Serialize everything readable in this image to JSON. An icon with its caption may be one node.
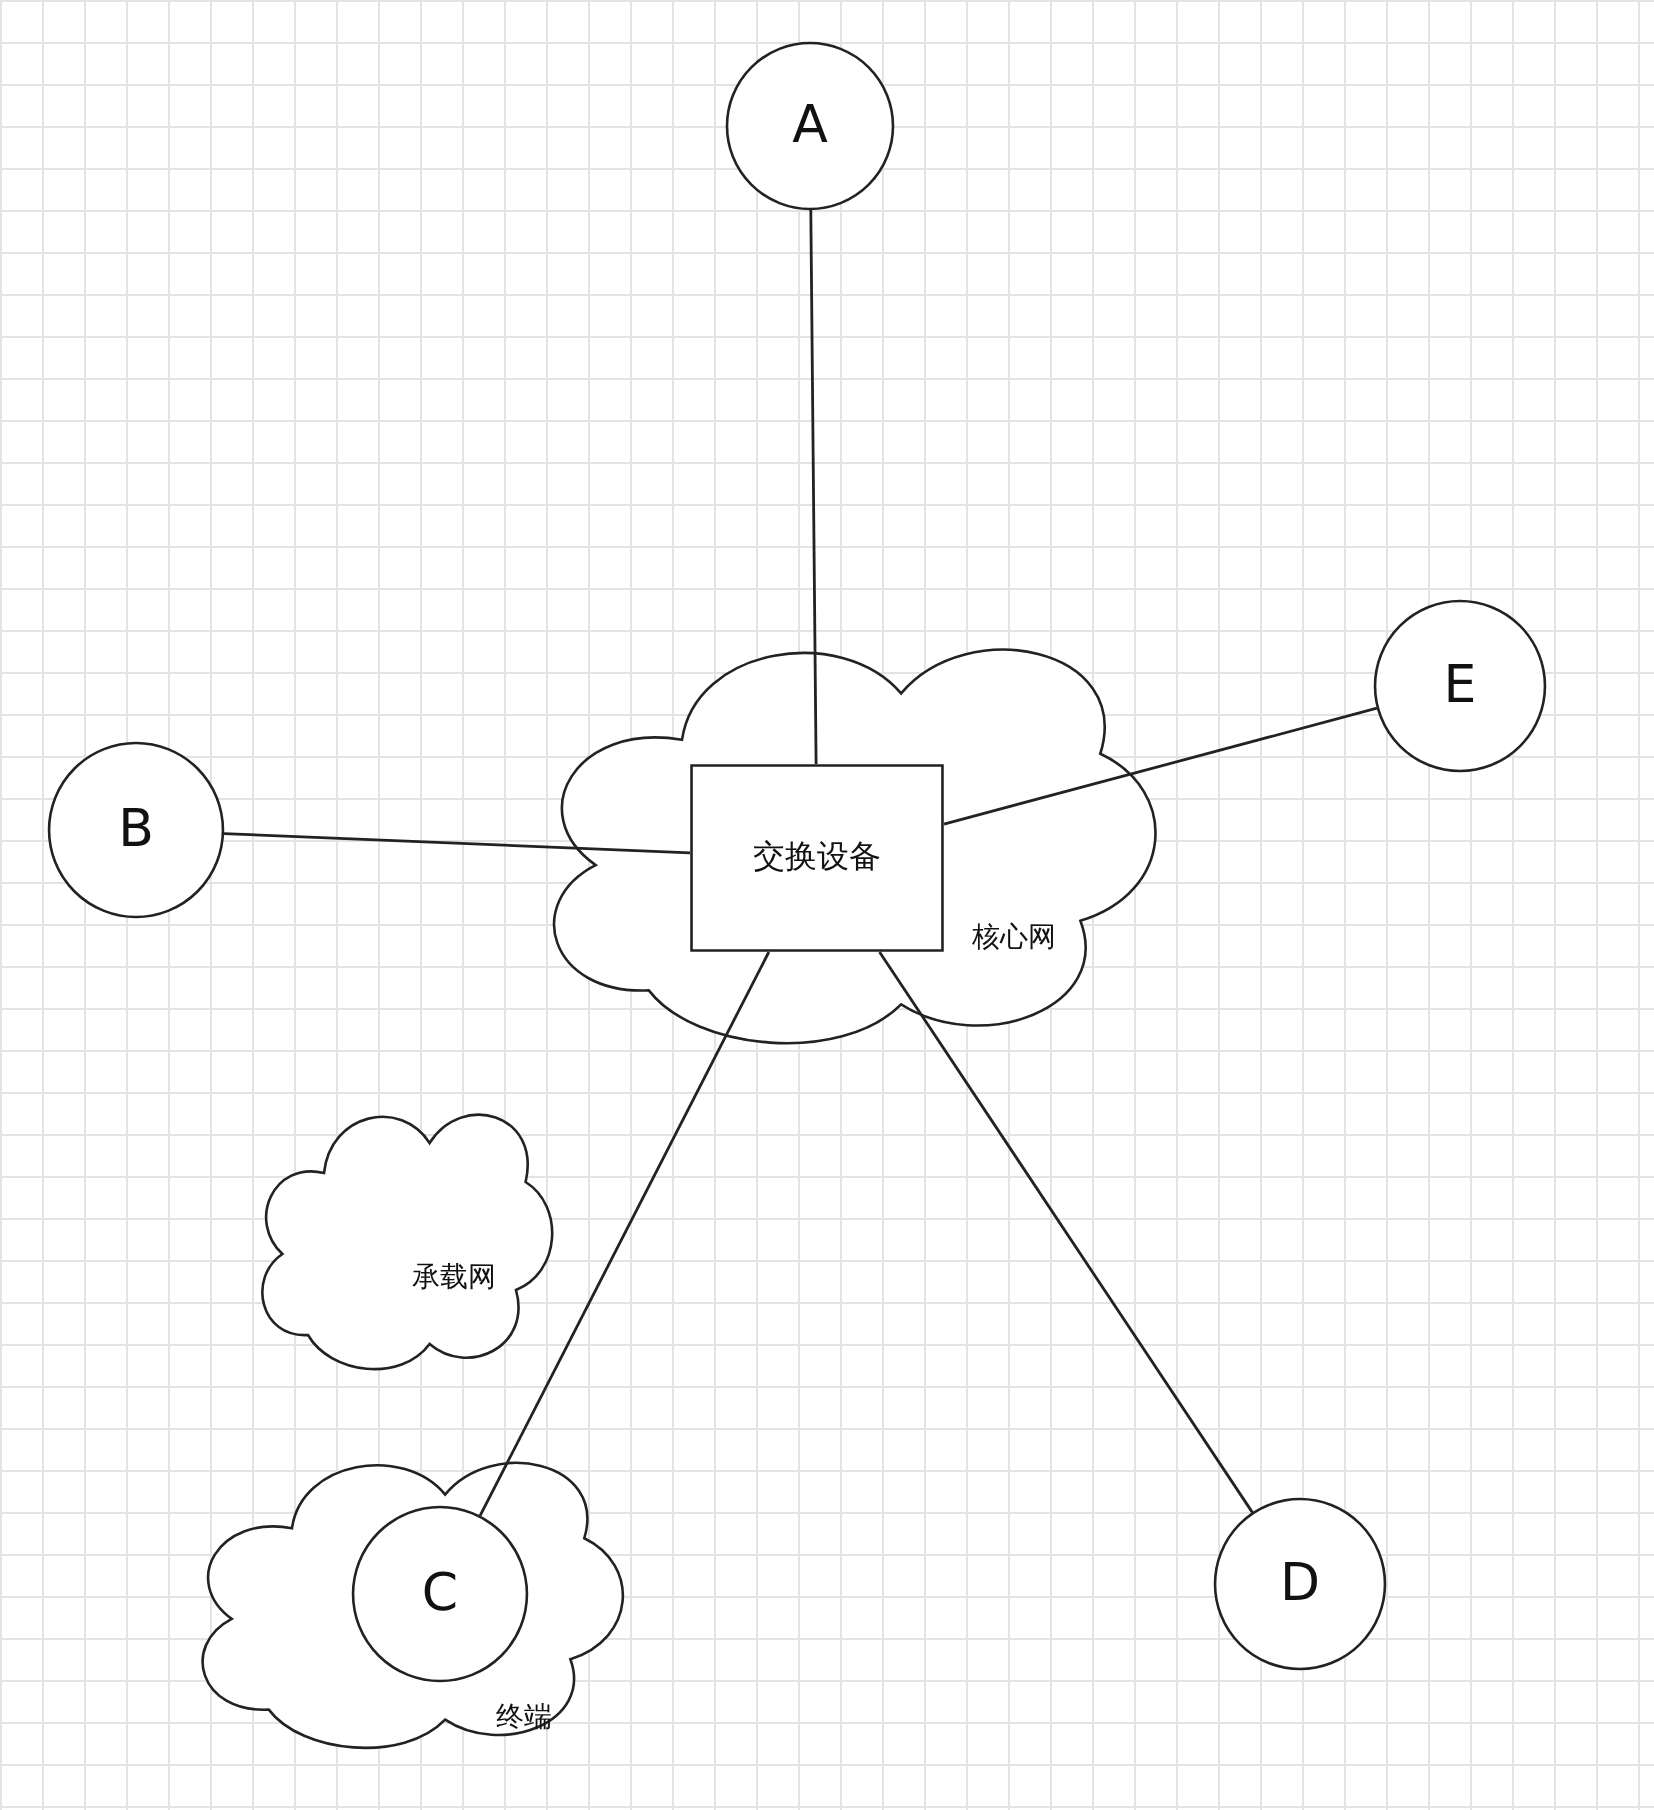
{
  "diagram": {
    "nodes": [
      {
        "text": [
          "A"
        ]
      },
      {
        "text": [
          "核心网"
        ]
      },
      {
        "text": [
          "交换设备"
        ],
        "in": 1
      },
      {
        "text": [
          "E"
        ]
      },
      {
        "text": [
          "B"
        ]
      },
      {
        "text": [
          "承载网"
        ]
      },
      {
        "text": [
          "终端"
        ]
      },
      {
        "text": [
          "C"
        ],
        "in": 6
      },
      {
        "text": [
          "D"
        ]
      }
    ],
    "edges": [
      {
        "from": 0,
        "to": 2,
        "arrow": "none"
      },
      {
        "from": 4,
        "to": 2,
        "arrow": "none"
      },
      {
        "from": 3,
        "to": 2,
        "arrow": "none"
      },
      {
        "from": 2,
        "to": 7,
        "arrow": "none"
      },
      {
        "from": 2,
        "to": 8,
        "arrow": "none"
      }
    ]
  }
}
